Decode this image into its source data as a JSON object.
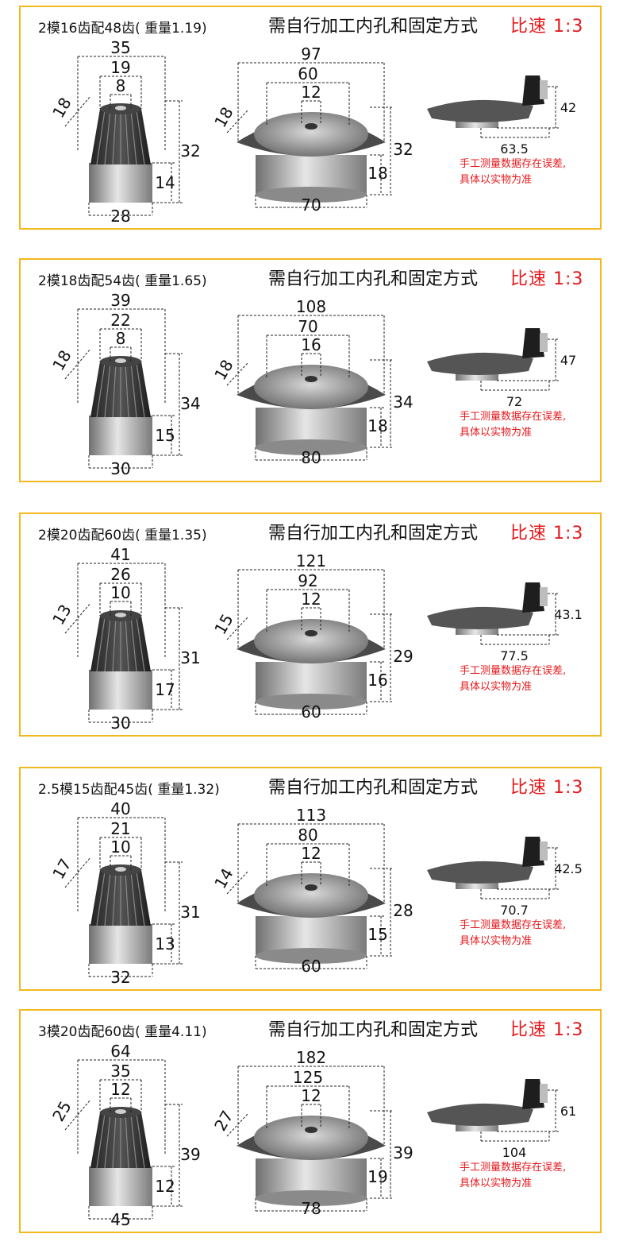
{
  "panels": [
    {
      "title": "2模16齿配48齿( 重量1.19)",
      "notice": "需自行加工内孔和固定方式",
      "ratio": "比速 1:3",
      "pinion": {
        "d_outer": "35",
        "d_mid": "19",
        "d_bore": "8",
        "face": "18",
        "height": "32",
        "hub_h": "14",
        "hub_d": "28"
      },
      "gear": {
        "d_outer": "97",
        "d_mid": "60",
        "d_bore": "12",
        "face": "18",
        "height": "32",
        "hub_h": "18",
        "hub_d": "70"
      },
      "assembly": {
        "height": "42",
        "width": "63.5"
      },
      "warning_1": "手工测量数据存在误差,",
      "warning_2": "具体以实物为准"
    },
    {
      "title": "2模18齿配54齿( 重量1.65)",
      "notice": "需自行加工内孔和固定方式",
      "ratio": "比速 1:3",
      "pinion": {
        "d_outer": "39",
        "d_mid": "22",
        "d_bore": "8",
        "face": "18",
        "height": "34",
        "hub_h": "15",
        "hub_d": "30"
      },
      "gear": {
        "d_outer": "108",
        "d_mid": "70",
        "d_bore": "16",
        "face": "18",
        "height": "34",
        "hub_h": "18",
        "hub_d": "80"
      },
      "assembly": {
        "height": "47",
        "width": "72"
      },
      "warning_1": "手工测量数据存在误差,",
      "warning_2": "具体以实物为准"
    },
    {
      "title": "2模20齿配60齿( 重量1.35)",
      "notice": "需自行加工内孔和固定方式",
      "ratio": "比速 1:3",
      "pinion": {
        "d_outer": "41",
        "d_mid": "26",
        "d_bore": "10",
        "face": "13",
        "height": "31",
        "hub_h": "17",
        "hub_d": "30"
      },
      "gear": {
        "d_outer": "121",
        "d_mid": "92",
        "d_bore": "12",
        "face": "15",
        "height": "29",
        "hub_h": "16",
        "hub_d": "60"
      },
      "assembly": {
        "height": "43.1",
        "width": "77.5"
      },
      "warning_1": "手工测量数据存在误差,",
      "warning_2": "具体以实物为准"
    },
    {
      "title": "2.5模15齿配45齿( 重量1.32)",
      "notice": "需自行加工内孔和固定方式",
      "ratio": "比速 1:3",
      "pinion": {
        "d_outer": "40",
        "d_mid": "21",
        "d_bore": "10",
        "face": "17",
        "height": "31",
        "hub_h": "13",
        "hub_d": "32"
      },
      "gear": {
        "d_outer": "113",
        "d_mid": "80",
        "d_bore": "12",
        "face": "14",
        "height": "28",
        "hub_h": "15",
        "hub_d": "60"
      },
      "assembly": {
        "height": "42.5",
        "width": "70.7"
      },
      "warning_1": "手工测量数据存在误差,",
      "warning_2": "具体以实物为准"
    },
    {
      "title": "3模20齿配60齿( 重量4.11)",
      "notice": "需自行加工内孔和固定方式",
      "ratio": "比速 1:3",
      "pinion": {
        "d_outer": "64",
        "d_mid": "35",
        "d_bore": "12",
        "face": "25",
        "height": "39",
        "hub_h": "12",
        "hub_d": "45"
      },
      "gear": {
        "d_outer": "182",
        "d_mid": "125",
        "d_bore": "12",
        "face": "27",
        "height": "39",
        "hub_h": "19",
        "hub_d": "78"
      },
      "assembly": {
        "height": "61",
        "width": "104"
      },
      "warning_1": "手工测量数据存在误差,",
      "warning_2": "具体以实物为准"
    }
  ]
}
